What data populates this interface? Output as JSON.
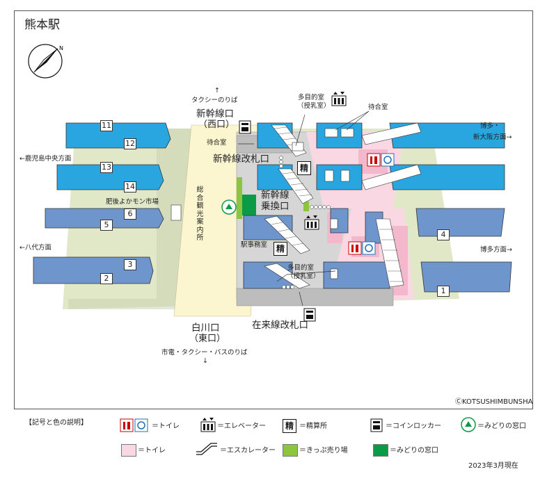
{
  "map": {
    "title": "熊本駅",
    "copyright": "ⒸKOTSUSHIMBUNSHA",
    "as_of": "2023年3月現在"
  },
  "directions": {
    "taxi_north": "タクシーのりば",
    "kagoshima": "←鹿児島中央方面",
    "yatsushiro": "←八代方面",
    "hakata_shinosaka": "博多・",
    "hakata_shinosaka_2": "新大阪方面→",
    "hakata": "博多方面→",
    "south_transport": "市電・タクシー・バスのりば",
    "arrow_up": "↑",
    "arrow_down": "↓"
  },
  "exits": {
    "shinkansen_west_1": "新幹線口",
    "shinkansen_west_2": "（西口）",
    "shirakawa_1": "白川口",
    "shirakawa_2": "（東口）"
  },
  "gates": {
    "shinkansen_gate": "新幹線改札口",
    "transfer_1": "新幹線",
    "transfer_2": "乗換口",
    "conventional_gate": "在来線改札口"
  },
  "facilities": {
    "waiting_room_1": "待合室",
    "waiting_room_2": "待合室",
    "multipurpose_1": "多目的室",
    "multipurpose_1b": "（授乳室）",
    "multipurpose_2": "多目的室",
    "multipurpose_2b": "（授乳室）",
    "station_office": "駅事務室",
    "tourist_info": "総合観光案内所",
    "higo_market": "肥後よかモン市場",
    "seisan_1": "精",
    "seisan_2": "精"
  },
  "platforms": [
    {
      "num": "11"
    },
    {
      "num": "12"
    },
    {
      "num": "13"
    },
    {
      "num": "14"
    },
    {
      "num": "6"
    },
    {
      "num": "5"
    },
    {
      "num": "3"
    },
    {
      "num": "2"
    },
    {
      "num": "4"
    },
    {
      "num": "1"
    }
  ],
  "legend": {
    "heading": "【記号と色の説明】",
    "toilet": "＝トイレ",
    "elevator": "＝エレベーター",
    "seisan_label": "＝精算所",
    "locker": "＝コインロッカー",
    "midori_icon": "＝みどりの窓口",
    "toilet_area": "＝トイレ",
    "escalator": "＝エスカレーター",
    "ticket_area": "＝きっぷ売り場",
    "midori_area": "＝みどりの窓口",
    "seisan_glyph": "精"
  },
  "colors": {
    "shinkansen_platform": "#29a6e0",
    "conventional_platform": "#6f96cc",
    "concourse": "#fbf6cf",
    "toilet_area": "#f9d8e4",
    "ticket_area": "#8cc63e",
    "midori_area": "#0b9a45",
    "track_bed": "#e0e8c8"
  }
}
